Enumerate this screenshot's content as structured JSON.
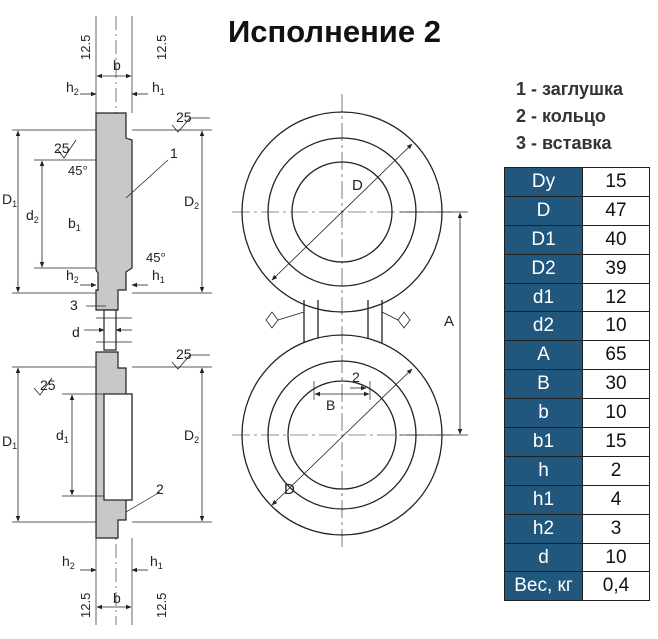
{
  "title": "Исполнение 2",
  "legend": [
    {
      "num": "1",
      "text": "заглушка"
    },
    {
      "num": "2",
      "text": "кольцо"
    },
    {
      "num": "3",
      "text": "вставка"
    }
  ],
  "table": [
    {
      "param": "Dy",
      "value": "15"
    },
    {
      "param": "D",
      "value": "47"
    },
    {
      "param": "D1",
      "value": "40"
    },
    {
      "param": "D2",
      "value": "39"
    },
    {
      "param": "d1",
      "value": "12"
    },
    {
      "param": "d2",
      "value": "10"
    },
    {
      "param": "A",
      "value": "65"
    },
    {
      "param": "B",
      "value": "30"
    },
    {
      "param": "b",
      "value": "10"
    },
    {
      "param": "b1",
      "value": "15"
    },
    {
      "param": "h",
      "value": "2"
    },
    {
      "param": "h1",
      "value": "4"
    },
    {
      "param": "h2",
      "value": "3"
    },
    {
      "param": "d",
      "value": "10"
    },
    {
      "param": "Вес, кг",
      "value": "0,4"
    }
  ],
  "drawing": {
    "dim_12_5": "12.5",
    "b": "b",
    "h": "h",
    "sub_1": "1",
    "sub_2": "2",
    "roughness": "25",
    "angle": "45°",
    "D": "D",
    "d": "d",
    "A": "A",
    "B": "B",
    "part_1": "1",
    "part_2": "2",
    "part_3": "3",
    "two": "2",
    "colors": {
      "part_fill": "#c8c8c8",
      "line": "#222222",
      "table_header": "#21577d"
    }
  }
}
